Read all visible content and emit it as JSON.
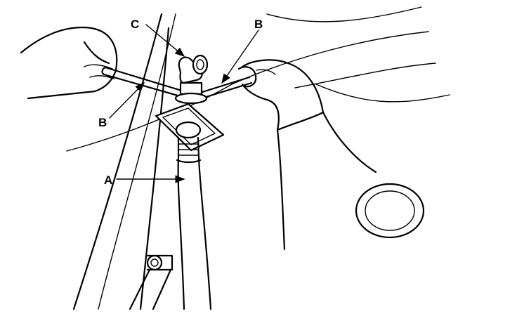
{
  "labels": {
    "hose": "A",
    "wrench_left": "B",
    "wrench_right": "B",
    "fitting": "C"
  }
}
